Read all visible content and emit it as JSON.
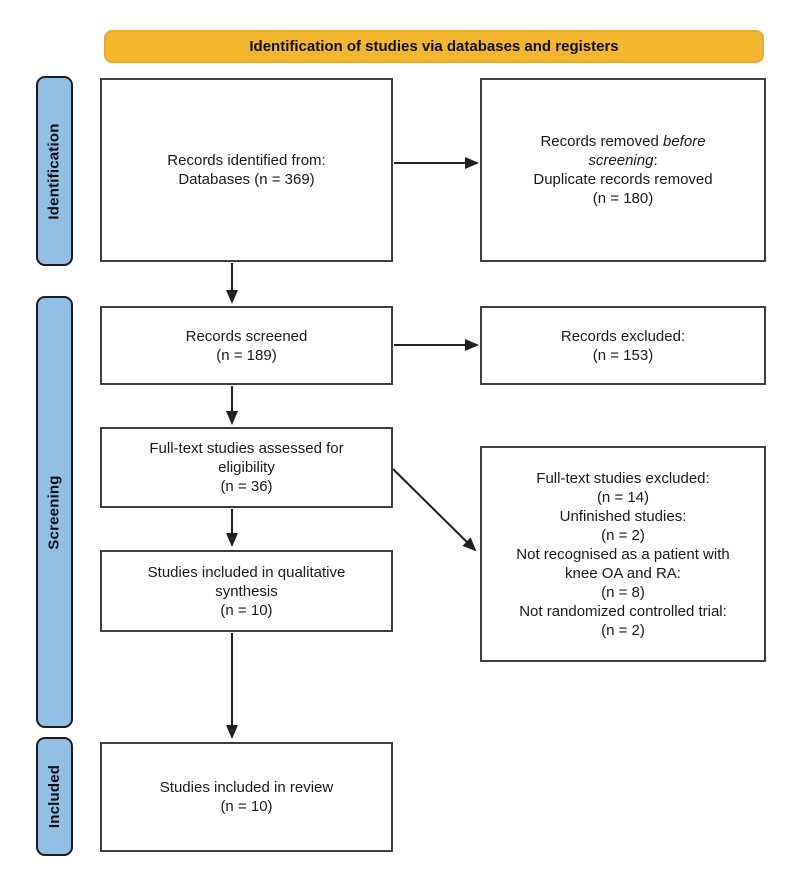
{
  "banner": {
    "title": "Identification of studies via databases and registers"
  },
  "stages": {
    "identification": {
      "label": "Identification"
    },
    "screening": {
      "label": "Screening"
    },
    "included": {
      "label": "Included"
    }
  },
  "boxes": {
    "records_identified": {
      "text": "Records identified from:\nDatabases (n = 369)"
    },
    "records_removed": {
      "pre": "Records removed ",
      "emphasis": "before\nscreening",
      "post": ":\nDuplicate records removed\n(n = 180)"
    },
    "records_screened": {
      "text": "Records screened\n(n = 189)"
    },
    "records_excluded": {
      "text": "Records excluded:\n(n = 153)"
    },
    "fulltext_assessed": {
      "text": "Full-text studies assessed for\neligibility\n(n = 36)"
    },
    "fulltext_excluded": {
      "text": "Full-text studies excluded:\n(n = 14)\nUnfinished studies:\n(n = 2)\nNot recognised as a patient with\nknee OA and RA:\n(n = 8)\nNot randomized controlled trial:\n(n = 2)"
    },
    "qualitative_synthesis": {
      "text": "Studies included in qualitative\nsynthesis\n(n = 10)"
    },
    "included_review": {
      "text": "Studies included in review\n(n = 10)"
    }
  },
  "colors": {
    "banner_fill": "#f5b62f",
    "banner_border": "#e9a83b",
    "stage_fill": "#92c0e4",
    "box_border": "#3f3f3f",
    "arrow": "#231f20",
    "text": "#1a1a1a"
  }
}
